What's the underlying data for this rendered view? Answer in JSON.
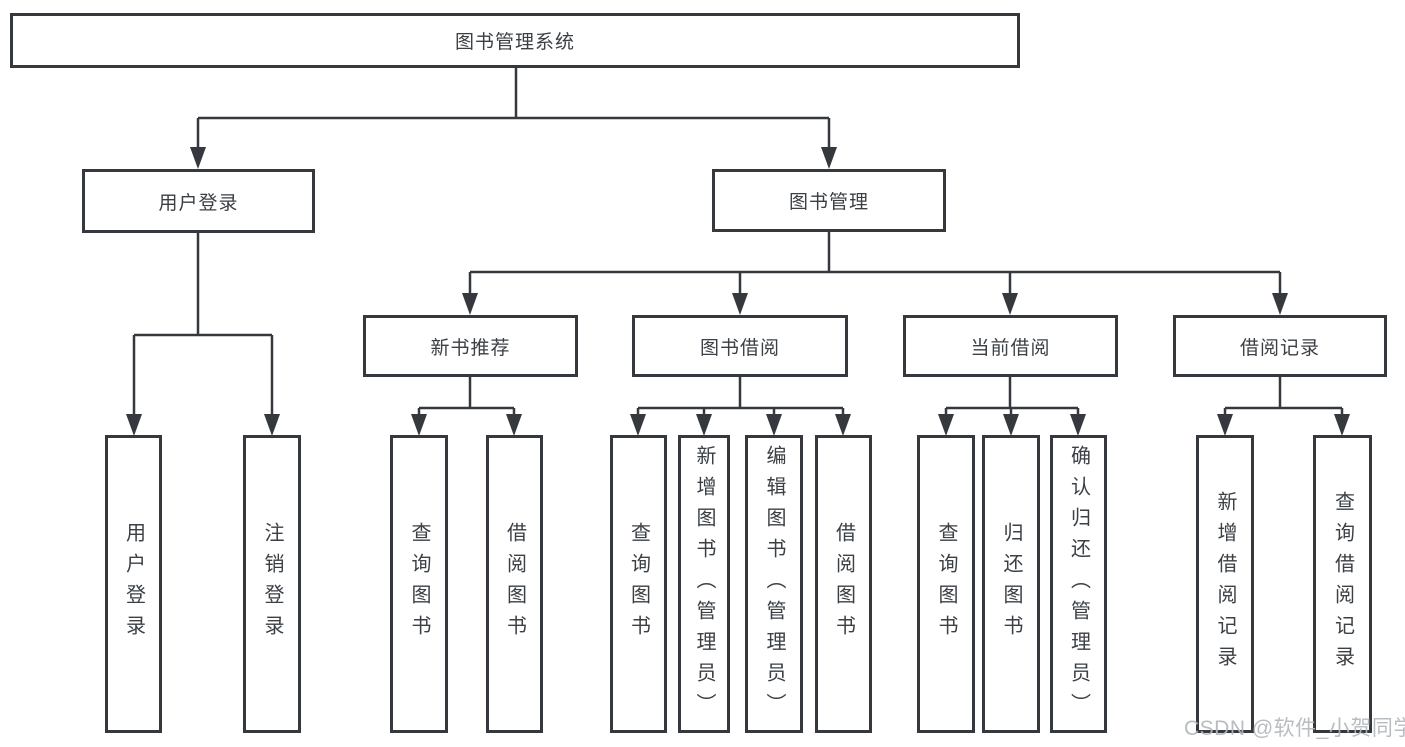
{
  "tree": {
    "label": "图书管理系统",
    "children": [
      {
        "label": "用户登录",
        "children": [
          {
            "label": "用户登录"
          },
          {
            "label": "注销登录"
          }
        ]
      },
      {
        "label": "图书管理",
        "children": [
          {
            "label": "新书推荐",
            "children": [
              {
                "label": "查询图书"
              },
              {
                "label": "借阅图书"
              }
            ]
          },
          {
            "label": "图书借阅",
            "children": [
              {
                "label": "查询图书"
              },
              {
                "label": "新增图书（管理员）"
              },
              {
                "label": "编辑图书（管理员）"
              },
              {
                "label": "借阅图书"
              }
            ]
          },
          {
            "label": "当前借阅",
            "children": [
              {
                "label": "查询图书"
              },
              {
                "label": "归还图书"
              },
              {
                "label": "确认归还（管理员）"
              }
            ]
          },
          {
            "label": "借阅记录",
            "children": [
              {
                "label": "新增借阅记录"
              },
              {
                "label": "查询借阅记录"
              }
            ]
          }
        ]
      }
    ]
  },
  "colors": {
    "line": "#35393d",
    "text": "#3b4045",
    "watermark": "#b2b8bd"
  },
  "watermark": {
    "text": "CSDN @软件_小贺同学"
  }
}
